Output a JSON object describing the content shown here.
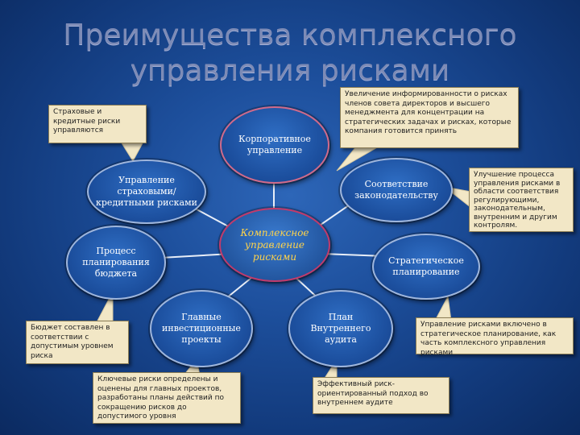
{
  "title": {
    "line1": "Преимущества комплексного",
    "line2": "управления рисками"
  },
  "center": {
    "label": "Комплексное управление рисками"
  },
  "nodes": {
    "corporate": "Корпоративное управление",
    "insurance": "Управление страховыми/кредитными рисками",
    "compliance": "Соответствие законодательству",
    "budget": "Процесс планирования бюджета",
    "strategic": "Стратегическое планирование",
    "investment": "Главные инвестиционные проекты",
    "audit": "План Внутреннего аудита"
  },
  "notes": {
    "insurance_note": "Страховые и кредитные риски управляются",
    "corporate_note": "Увеличение информированности о рисках  членов совета директоров и высшего менеджмента для концентрации на стратегических задачах и рисках, которые компания готовится принять",
    "compliance_note": "Улучшение процесса управления рисками  в области соответствия регулирующими, законодательным, внутренним и другим контролям.",
    "budget_note": "Бюджет составлен в соответствии с допустимым уровнем риска",
    "investment_note": "Ключевые риски определены и оценены для главных проектов, разработаны планы действий по сокращению рисков до допустимого уровня",
    "audit_note": "Эффективный риск-ориентированный подход во внутреннем аудите",
    "strategic_note": "Управление рисками включено в стратегическое планирование, как часть комплексного управления рисками"
  }
}
